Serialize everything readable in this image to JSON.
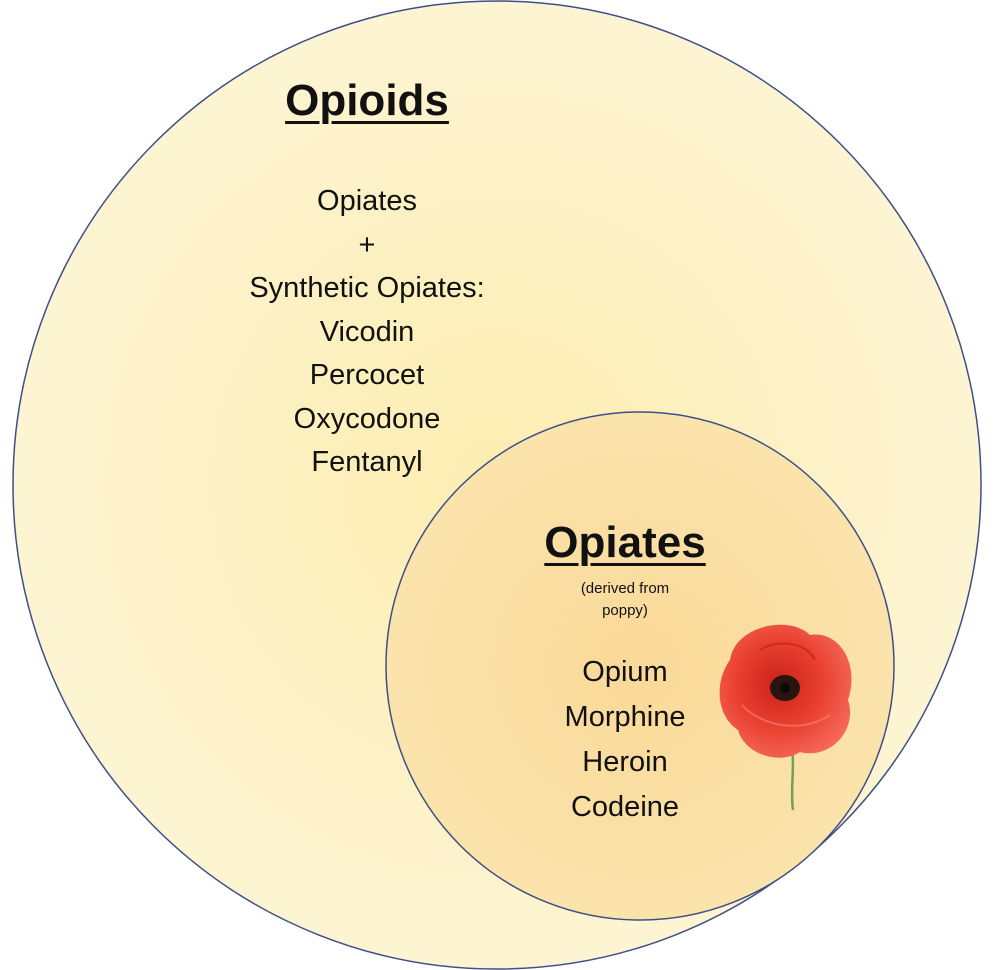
{
  "outer_circle": {
    "title": "Opioids",
    "items": [
      "Opiates",
      "+",
      "Synthetic Opiates:",
      "Vicodin",
      "Percocet",
      "Oxycodone",
      "Fentanyl"
    ]
  },
  "inner_circle": {
    "title": "Opiates",
    "subtitle_lines": [
      "(derived from",
      "poppy)"
    ],
    "items": [
      "Opium",
      "Morphine",
      "Heroin",
      "Codeine"
    ]
  },
  "image": {
    "icon": "poppy-flower-icon"
  },
  "colors": {
    "outer_fill_center": "#FDF0B9",
    "outer_fill_edge": "#FDF4D0",
    "inner_fill": "#FBE0A2",
    "circle_stroke": "#3F4F86",
    "poppy_red": "#E8352A",
    "stem_green": "#6FA05C",
    "text": "#111111"
  }
}
